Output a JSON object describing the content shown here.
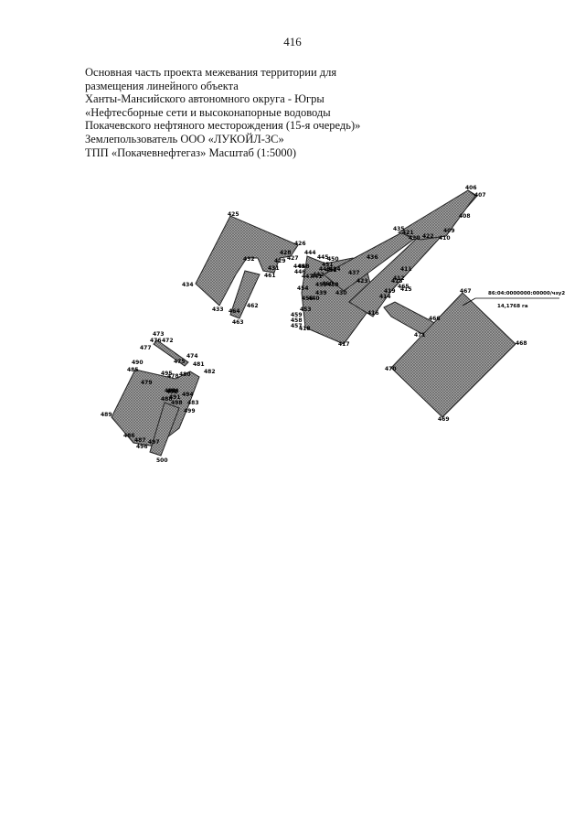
{
  "page": {
    "number": "416"
  },
  "header": {
    "lines": [
      "Основная часть проекта межевания территории для",
      "размещения линейного объекта",
      "Ханты-Мансийского автономного округа - Югры",
      "«Нефтесборные сети и высоконапорные водоводы",
      "Покачевского нефтяного месторождения (15-я очередь)»",
      "Землепользователь ООО «ЛУКОЙЛ-ЗС»",
      "ТПП «Покачевнефтегаз» Масштаб (1:5000)"
    ]
  },
  "plan": {
    "callout": {
      "cadastral": "86:04:0000000:00000/чзу2",
      "area": "14,1768 га"
    },
    "point_labels": [
      "406",
      "407",
      "408",
      "409",
      "410",
      "411",
      "412",
      "413",
      "414",
      "415",
      "416",
      "417",
      "418",
      "419",
      "420",
      "421",
      "422",
      "423",
      "424",
      "425",
      "426",
      "427",
      "428",
      "429",
      "430",
      "431",
      "432",
      "433",
      "434",
      "435",
      "436",
      "437",
      "438",
      "439",
      "440",
      "441",
      "442",
      "443",
      "444",
      "445",
      "446",
      "447",
      "448",
      "449",
      "450",
      "451",
      "452",
      "453",
      "454",
      "455",
      "456",
      "457",
      "458",
      "459",
      "460",
      "461",
      "462",
      "463",
      "464",
      "465",
      "466",
      "467",
      "468",
      "469",
      "470",
      "471",
      "472",
      "473",
      "474",
      "475",
      "476",
      "477",
      "478",
      "479",
      "480",
      "481",
      "482",
      "483",
      "484",
      "485",
      "486",
      "487",
      "488",
      "489",
      "490",
      "491",
      "492",
      "493",
      "494",
      "495",
      "496",
      "497",
      "498",
      "499",
      "500"
    ]
  }
}
